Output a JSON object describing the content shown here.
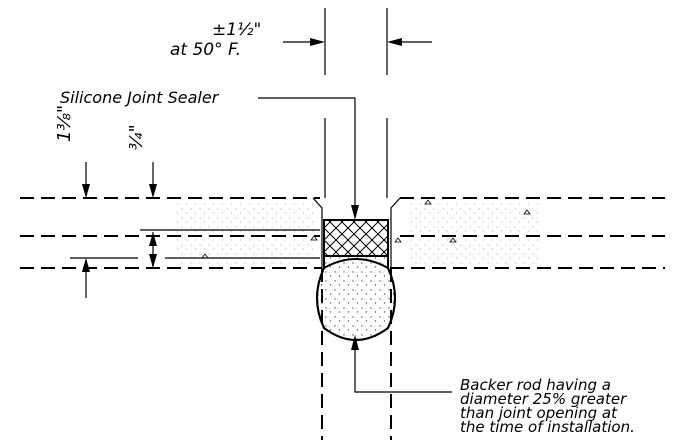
{
  "labels": {
    "width_tolerance": "±1½\"",
    "width_temp": "at 50° F.",
    "sealer": "Silicone Joint Sealer",
    "depth_sealer": "1⅜\"",
    "depth_recess": "¾\"",
    "backer_rod": [
      "Backer rod having a",
      "diameter 25% greater",
      "than joint opening at",
      "the time of installation."
    ]
  },
  "colors": {
    "line": "#000000",
    "stipple": "#bdbdbd",
    "background": "#ffffff"
  }
}
